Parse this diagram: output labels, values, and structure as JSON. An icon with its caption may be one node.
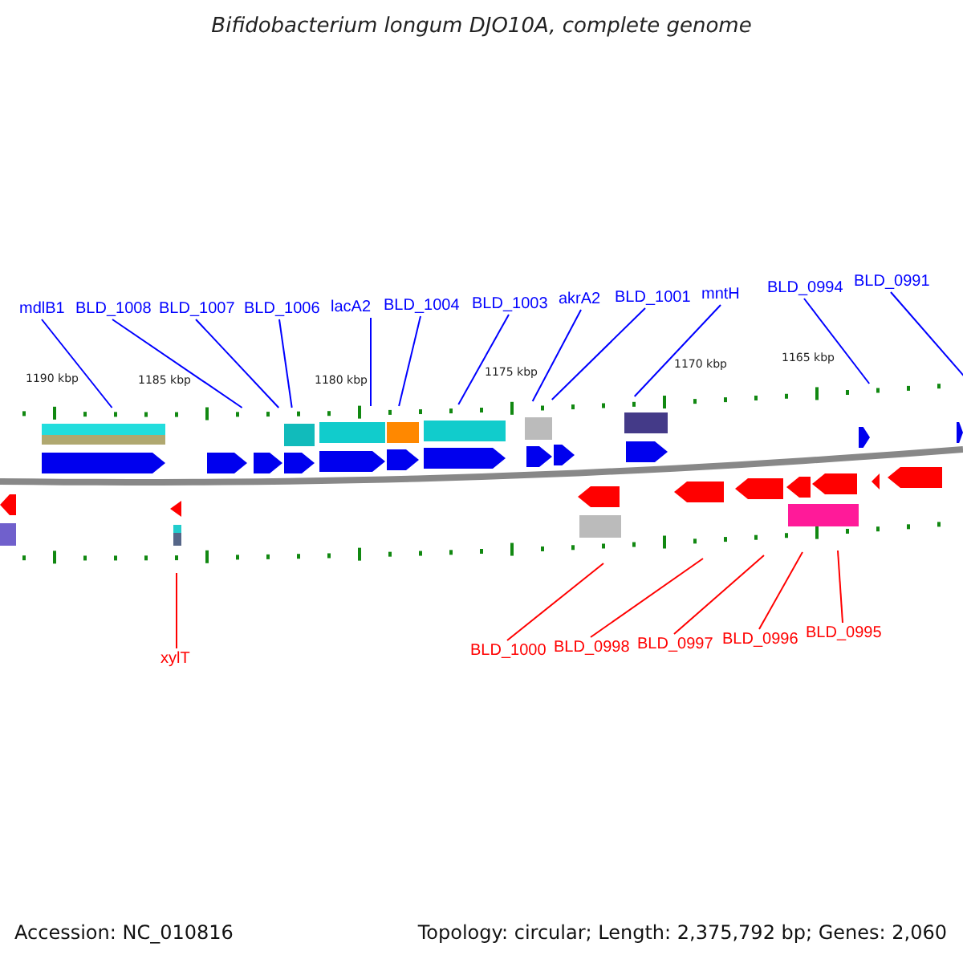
{
  "diagram": {
    "title": "Bifidobacterium longum DJO10A, complete genome",
    "nodes": [
      {
        "text": [
          "mdlB1"
        ]
      },
      {
        "text": [
          "BLD_1008"
        ]
      },
      {
        "text": [
          "BLD_1007"
        ]
      },
      {
        "text": [
          "BLD_1006"
        ]
      },
      {
        "text": [
          "lacA2"
        ]
      },
      {
        "text": [
          "BLD_1004"
        ]
      },
      {
        "text": [
          "BLD_1003"
        ]
      },
      {
        "text": [
          "akrA2"
        ]
      },
      {
        "text": [
          "BLD_1001"
        ]
      },
      {
        "text": [
          "mntH"
        ]
      },
      {
        "text": [
          "BLD_0994"
        ]
      },
      {
        "text": [
          "BLD_0991"
        ]
      },
      {
        "text": [
          "xylT"
        ]
      },
      {
        "text": [
          "BLD_1000"
        ]
      },
      {
        "text": [
          "BLD_0998"
        ]
      },
      {
        "text": [
          "BLD_0997"
        ]
      },
      {
        "text": [
          "BLD_0996"
        ]
      },
      {
        "text": [
          "BLD_0995"
        ]
      }
    ],
    "edges": [
      {
        "from": 0,
        "to": null,
        "arrow": "none"
      },
      {
        "from": 1,
        "to": null,
        "arrow": "none"
      },
      {
        "from": 2,
        "to": null,
        "arrow": "none"
      },
      {
        "from": 3,
        "to": null,
        "arrow": "none"
      },
      {
        "from": 4,
        "to": null,
        "arrow": "none"
      },
      {
        "from": 5,
        "to": null,
        "arrow": "none"
      },
      {
        "from": 6,
        "to": null,
        "arrow": "none"
      },
      {
        "from": 7,
        "to": null,
        "arrow": "none"
      },
      {
        "from": 8,
        "to": null,
        "arrow": "none"
      },
      {
        "from": 9,
        "to": null,
        "arrow": "none"
      },
      {
        "from": 10,
        "to": null,
        "arrow": "none"
      },
      {
        "from": 11,
        "to": null,
        "arrow": "none"
      },
      {
        "from": 12,
        "to": null,
        "arrow": "none",
        "color": "#ff0000"
      },
      {
        "from": 13,
        "to": null,
        "arrow": "none",
        "color": "#ff0000"
      },
      {
        "from": 14,
        "to": null,
        "arrow": "none",
        "color": "#ff0000"
      },
      {
        "from": 15,
        "to": null,
        "arrow": "none",
        "color": "#ff0000"
      },
      {
        "from": 16,
        "to": null,
        "arrow": "none",
        "color": "#ff0000"
      },
      {
        "from": 17,
        "to": null,
        "arrow": "none",
        "color": "#ff0000"
      }
    ],
    "labels": [
      "1190 kbp",
      "1185 kbp",
      "1180 kbp",
      "1175 kbp",
      "1170 kbp",
      "1165 kbp",
      "Accession: NC_010816",
      "Topology: circular; Length: 2,375,792 bp; Genes: 2,060"
    ]
  }
}
